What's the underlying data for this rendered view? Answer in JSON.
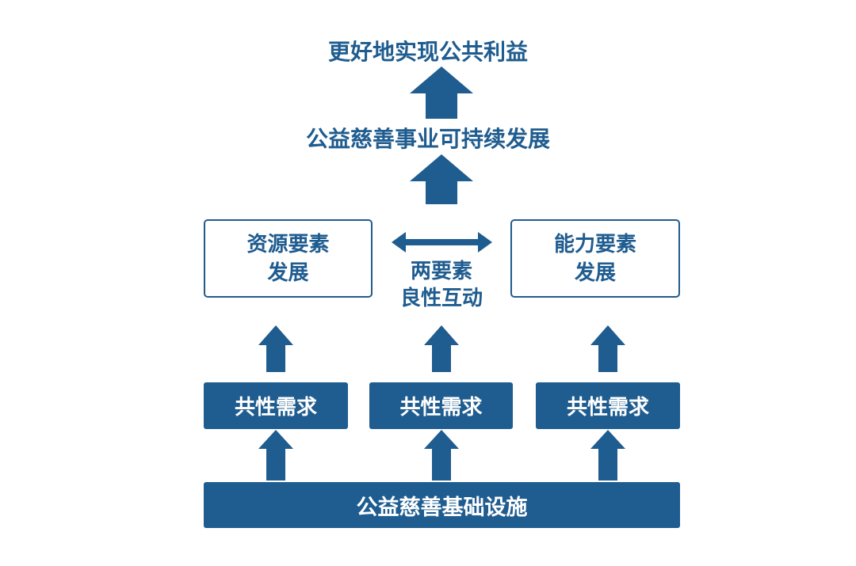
{
  "top_goal": "更好地实现公共利益",
  "mid_goal": "公益慈善事业可持续发展",
  "resource_box": {
    "line1": "资源要素",
    "line2": "发展"
  },
  "capability_box": {
    "line1": "能力要素",
    "line2": "发展"
  },
  "interaction": {
    "line1": "两要素",
    "line2": "良性互动"
  },
  "needs": [
    "共性需求",
    "共性需求",
    "共性需求"
  ],
  "foundation": "公益慈善基础设施",
  "colors": {
    "primary": "#1f5c8f",
    "background": "#ffffff",
    "box_text": "#ffffff"
  },
  "icons": [
    "up-arrow-icon",
    "double-headed-arrow-icon"
  ]
}
